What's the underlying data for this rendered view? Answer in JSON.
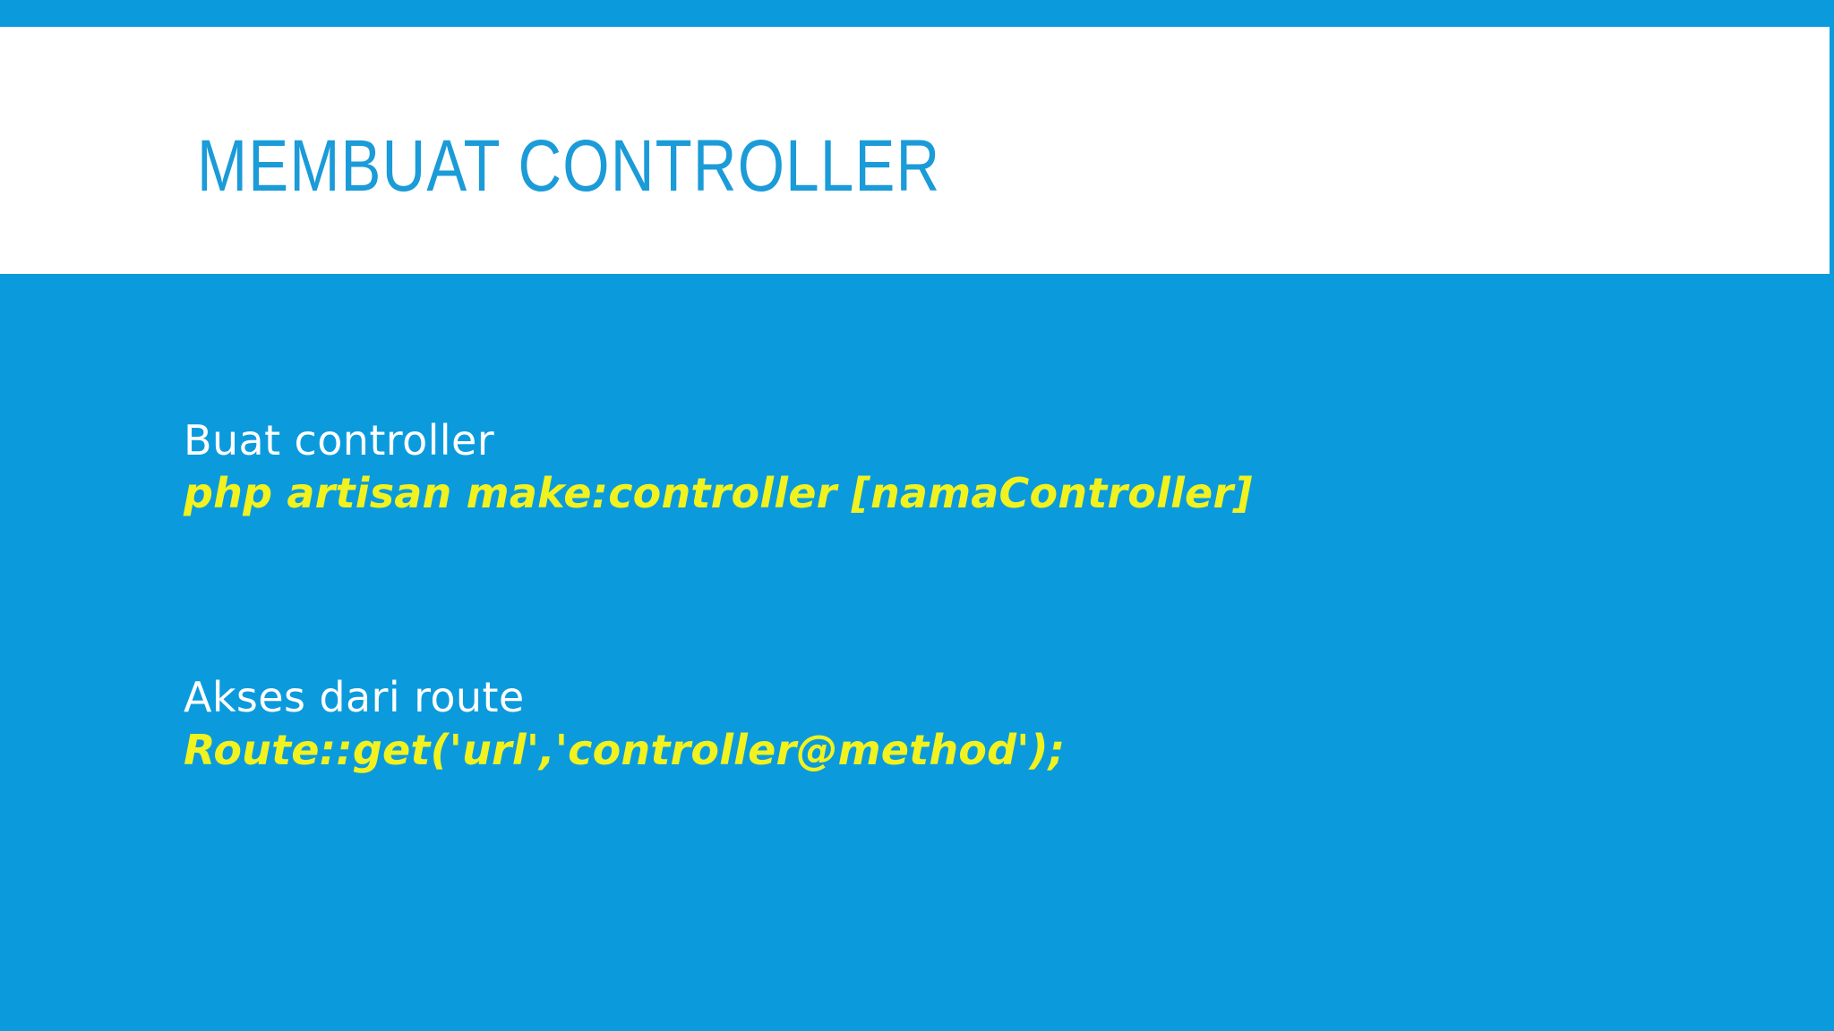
{
  "slide": {
    "title": "MEMBUAT CONTROLLER",
    "accent_blue": "#0b9bdd",
    "title_blue": "#1b9bd8",
    "code_yellow": "#f2f21f",
    "label_white": "#ffffff"
  },
  "body": {
    "blocks": [
      {
        "label": "Buat controller",
        "code": "php artisan make:controller [namaController]"
      },
      {
        "label": "Akses dari route",
        "code": "Route::get('url','controller@method');"
      }
    ]
  }
}
